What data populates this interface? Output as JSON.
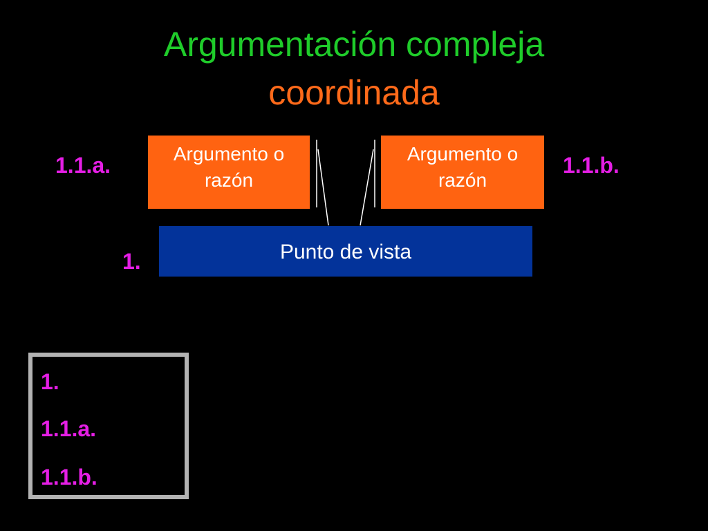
{
  "title": {
    "line1": "Argumentación compleja",
    "line2": "coordinada"
  },
  "arguments": [
    {
      "text": "Argumento o razón",
      "label": "1.1.a."
    },
    {
      "text": "Argumento o razón",
      "label": "1.1.b."
    }
  ],
  "viewpoint": {
    "text": "Punto de vista",
    "label": "1."
  },
  "legend": {
    "items": [
      "1.",
      "1.1.a.",
      "1.1.b."
    ]
  },
  "colors": {
    "title_primary": "#1fcc2a",
    "title_secondary": "#ff6a1a",
    "argument_box": "#ff6311",
    "viewpoint_box": "#03339a",
    "label": "#e51ee5",
    "legend_border": "#b3b3b3",
    "background": "#000000"
  }
}
